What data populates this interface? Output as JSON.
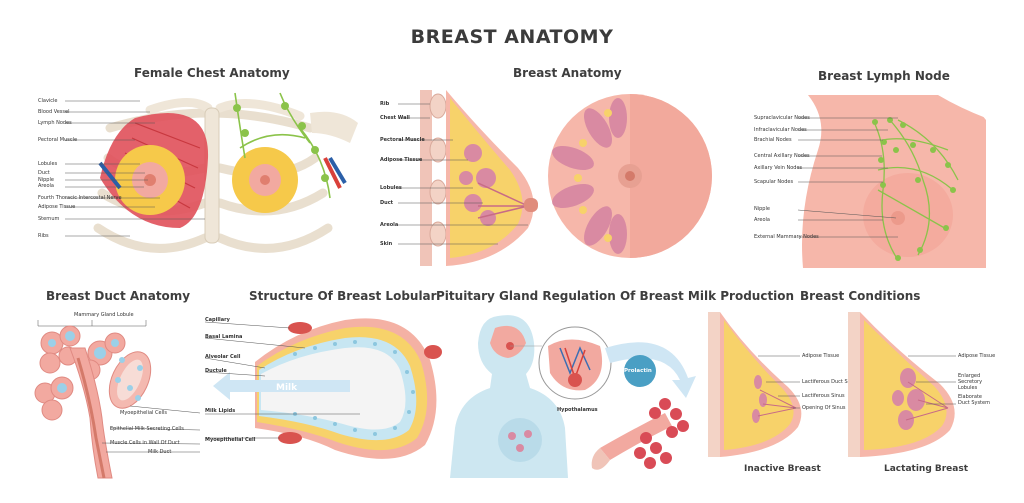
{
  "main_title": "BREAST ANATOMY",
  "panels": {
    "female_chest": {
      "title": "Female Chest Anatomy",
      "labels": [
        "Clavicle",
        "Blood Vessel",
        "Lymph Nodes",
        "Pectoral Muscle",
        "Lobules",
        "Duct",
        "Nipple",
        "Areola",
        "Fourth Thoracic Intercostal Nerve",
        "Adipose Tissue",
        "Sternum",
        "Ribs"
      ]
    },
    "breast_anatomy": {
      "title": "Breast Anatomy",
      "labels": [
        "Rib",
        "Chest Wall",
        "Pectoral Muscle",
        "Adipose Tissue",
        "Lobules",
        "Duct",
        "Areola",
        "Skin"
      ]
    },
    "lymph_node": {
      "title": "Breast Lymph Node",
      "labels": [
        "Supraclavicular Nodes",
        "Infraclavicular Nodes",
        "Brachial Nodes",
        "Central Axillary Nodes",
        "Axillary Vein Nodes",
        "Scapular Nodes",
        "Nipple",
        "Areola",
        "External Mammary Nodes"
      ]
    },
    "duct": {
      "title": "Breast Duct Anatomy",
      "top_label": "Mammary Gland Lobule",
      "labels": [
        "Myoepithelial Cells",
        "Epithelial Milk-Secreting Cells",
        "Muscle Cells in Wall Of Duct",
        "Milk Duct"
      ]
    },
    "lobular": {
      "title": "Structure Of Breast Lobular",
      "labels": [
        "Capillary",
        "Basal Lamina",
        "Alveolar Cell",
        "Ductule",
        "Milk Lipids",
        "Myoepithelial Cell"
      ],
      "arrow_label": "Milk"
    },
    "pituitary": {
      "title": "Pituitary Gland Regulation Of Breast Milk Production",
      "hypothalamus": "Hypothalamus",
      "prolactin": "Prolactin"
    },
    "conditions": {
      "title": "Breast Conditions",
      "inactive": {
        "caption": "Inactive Breast",
        "labels": [
          "Adipose Tissue",
          "Lactiferous Duct Sinus",
          "Lactiferous Sinus",
          "Opening Of Sinus"
        ]
      },
      "lactating": {
        "caption": "Lactating Breast",
        "labels": [
          "Adipose Tissue",
          "Enlarged Secretory Lobules",
          "Elaborate Duct System"
        ]
      }
    }
  },
  "colors": {
    "skin": "#f4b3a6",
    "muscle": "#e0505a",
    "fat": "#f6c94a",
    "lymph": "#8bc34a",
    "bone": "#efe6d8"
  }
}
